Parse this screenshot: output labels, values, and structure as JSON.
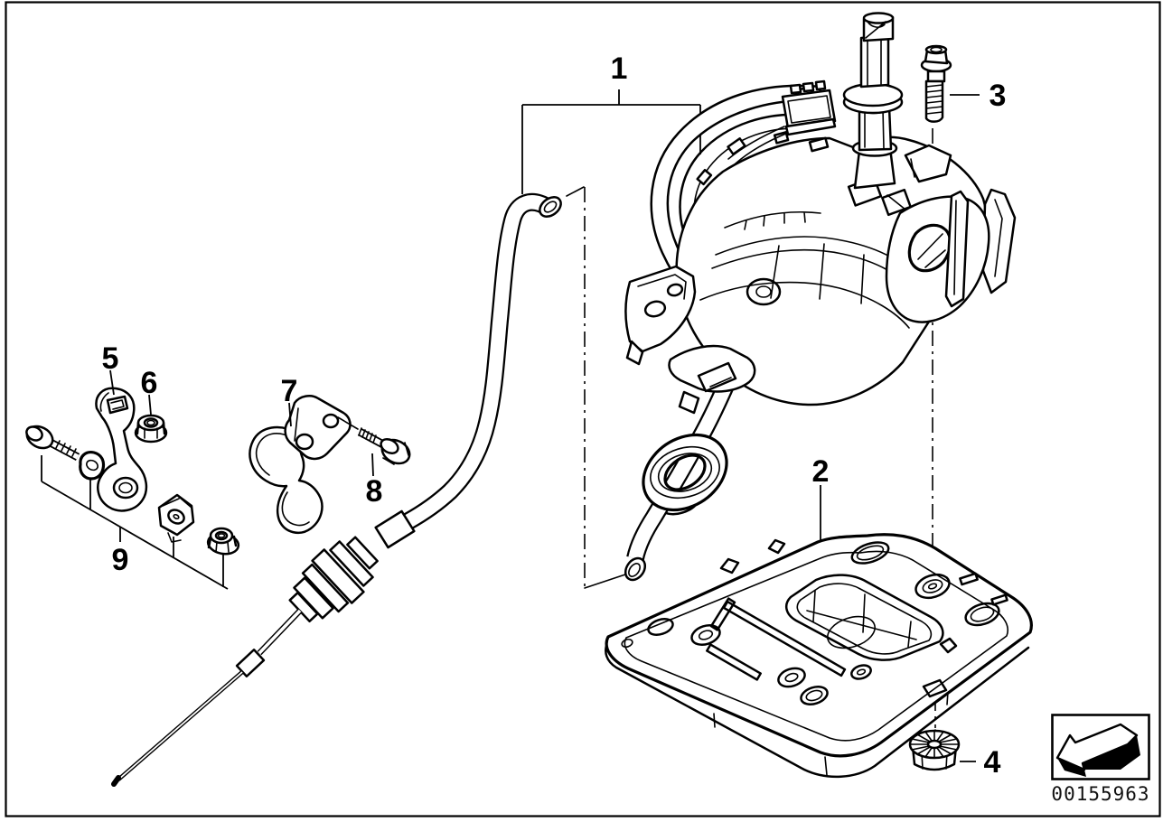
{
  "page": {
    "background_color": "#ffffff",
    "line_color": "#000000",
    "description": "Exploded parts diagram of an automatic gear shift (Steptronic) mechanism with numbered callouts"
  },
  "callouts": [
    {
      "label": "1"
    },
    {
      "label": "2"
    },
    {
      "label": "3"
    },
    {
      "label": "4"
    },
    {
      "label": "5"
    },
    {
      "label": "6"
    },
    {
      "label": "7"
    },
    {
      "label": "8"
    },
    {
      "label": "9"
    }
  ],
  "footer": {
    "image_id": "00155963"
  }
}
